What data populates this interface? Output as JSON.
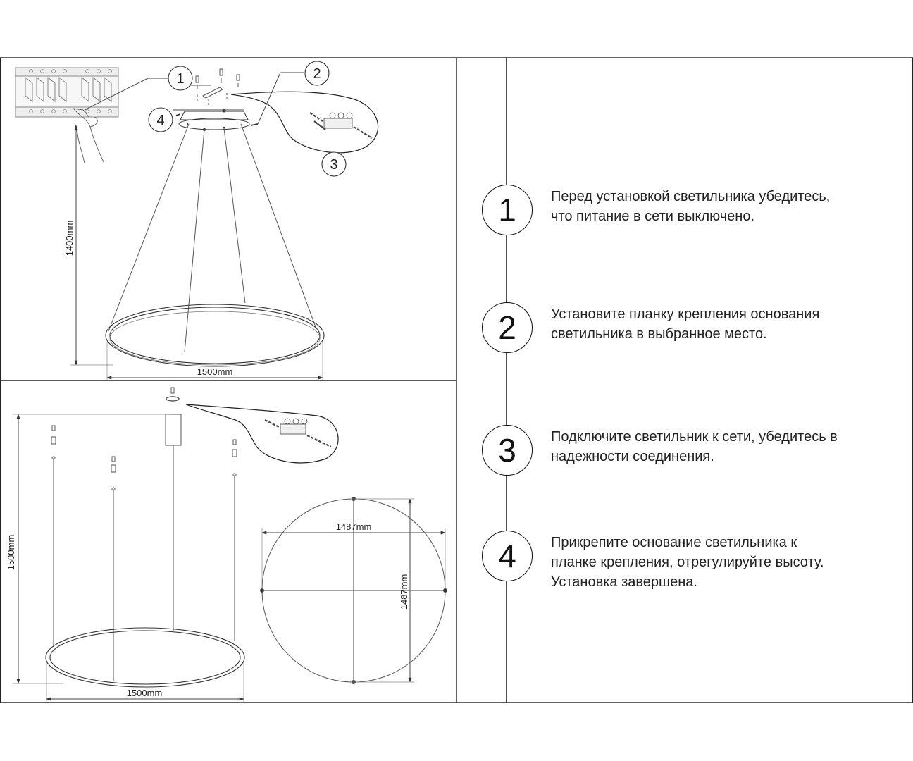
{
  "top_diagram": {
    "callouts": [
      "1",
      "2",
      "3",
      "4"
    ],
    "height_label": "1400mm",
    "width_label": "1500mm"
  },
  "bottom_diagram": {
    "height_label": "1500mm",
    "width_label": "1500mm"
  },
  "plan_view": {
    "width_label": "1487mm",
    "height_label": "1487mm"
  },
  "steps": [
    {
      "number": "1",
      "lines": [
        "Перед установкой светильника убедитесь,",
        "что питание в сети выключено."
      ]
    },
    {
      "number": "2",
      "lines": [
        "Установите планку крепления основания",
        "светильника в выбранное место."
      ]
    },
    {
      "number": "3",
      "lines": [
        "Подключите светильник к сети, убедитесь в",
        "надежности соединения."
      ]
    },
    {
      "number": "4",
      "lines": [
        "Прикрепите основание светильника к",
        "планке крепления, отрегулируйте высоту.",
        "Установка завершена."
      ]
    }
  ],
  "colors": {
    "line": "#333333",
    "frame": "#222222",
    "background": "#ffffff"
  }
}
